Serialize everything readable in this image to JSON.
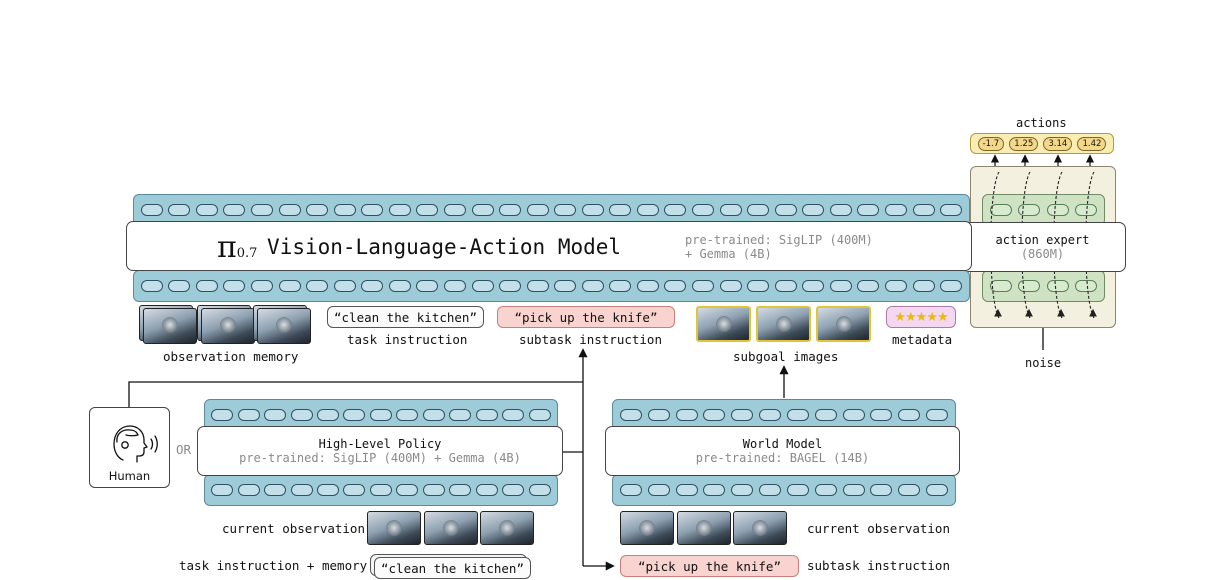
{
  "vla": {
    "pi_symbol": "π",
    "pi_subscript": "0.7",
    "title": "Vision-Language-Action Model",
    "pretrained_line1": "pre-trained: SigLIP (400M)",
    "pretrained_line2": "+ Gemma (4B)"
  },
  "action_expert": {
    "title": "action expert",
    "size": "(860M)",
    "actions_label": "actions",
    "action_values": [
      "-1.7",
      "1.25",
      "3.14",
      "1.42"
    ],
    "noise_label": "noise"
  },
  "inputs": {
    "observation_memory_label": "observation memory",
    "task_instruction_text": "“clean the kitchen”",
    "task_instruction_label": "task instruction",
    "subtask_instruction_text": "“pick up the knife”",
    "subtask_instruction_label": "subtask instruction",
    "subgoal_images_label": "subgoal images",
    "metadata_label": "metadata",
    "metadata_stars": "★★★★★"
  },
  "human": {
    "label": "Human",
    "or_text": "OR"
  },
  "high_level_policy": {
    "title": "High-Level Policy",
    "pretrained": "pre-trained: SigLIP (400M) + Gemma (4B)",
    "current_observation_label": "current observation",
    "task_memory_label": "task instruction + memory",
    "task_text": "“clean the kitchen”"
  },
  "world_model": {
    "title": "World Model",
    "pretrained": "pre-trained: BAGEL (14B)",
    "current_observation_label": "current observation",
    "subtask_text": "“pick up the knife”",
    "subtask_label": "subtask instruction"
  },
  "colors": {
    "token_band": "#9ecbd8",
    "action_expert_bg": "#f4f0e0",
    "action_expert_inner": "#cfe3c4",
    "actions_bar": "#faedb4",
    "subtask_pill": "#f8d3cf",
    "subgoal_frame": "#e0c53a",
    "metadata_bg": "#f4d7f0"
  }
}
